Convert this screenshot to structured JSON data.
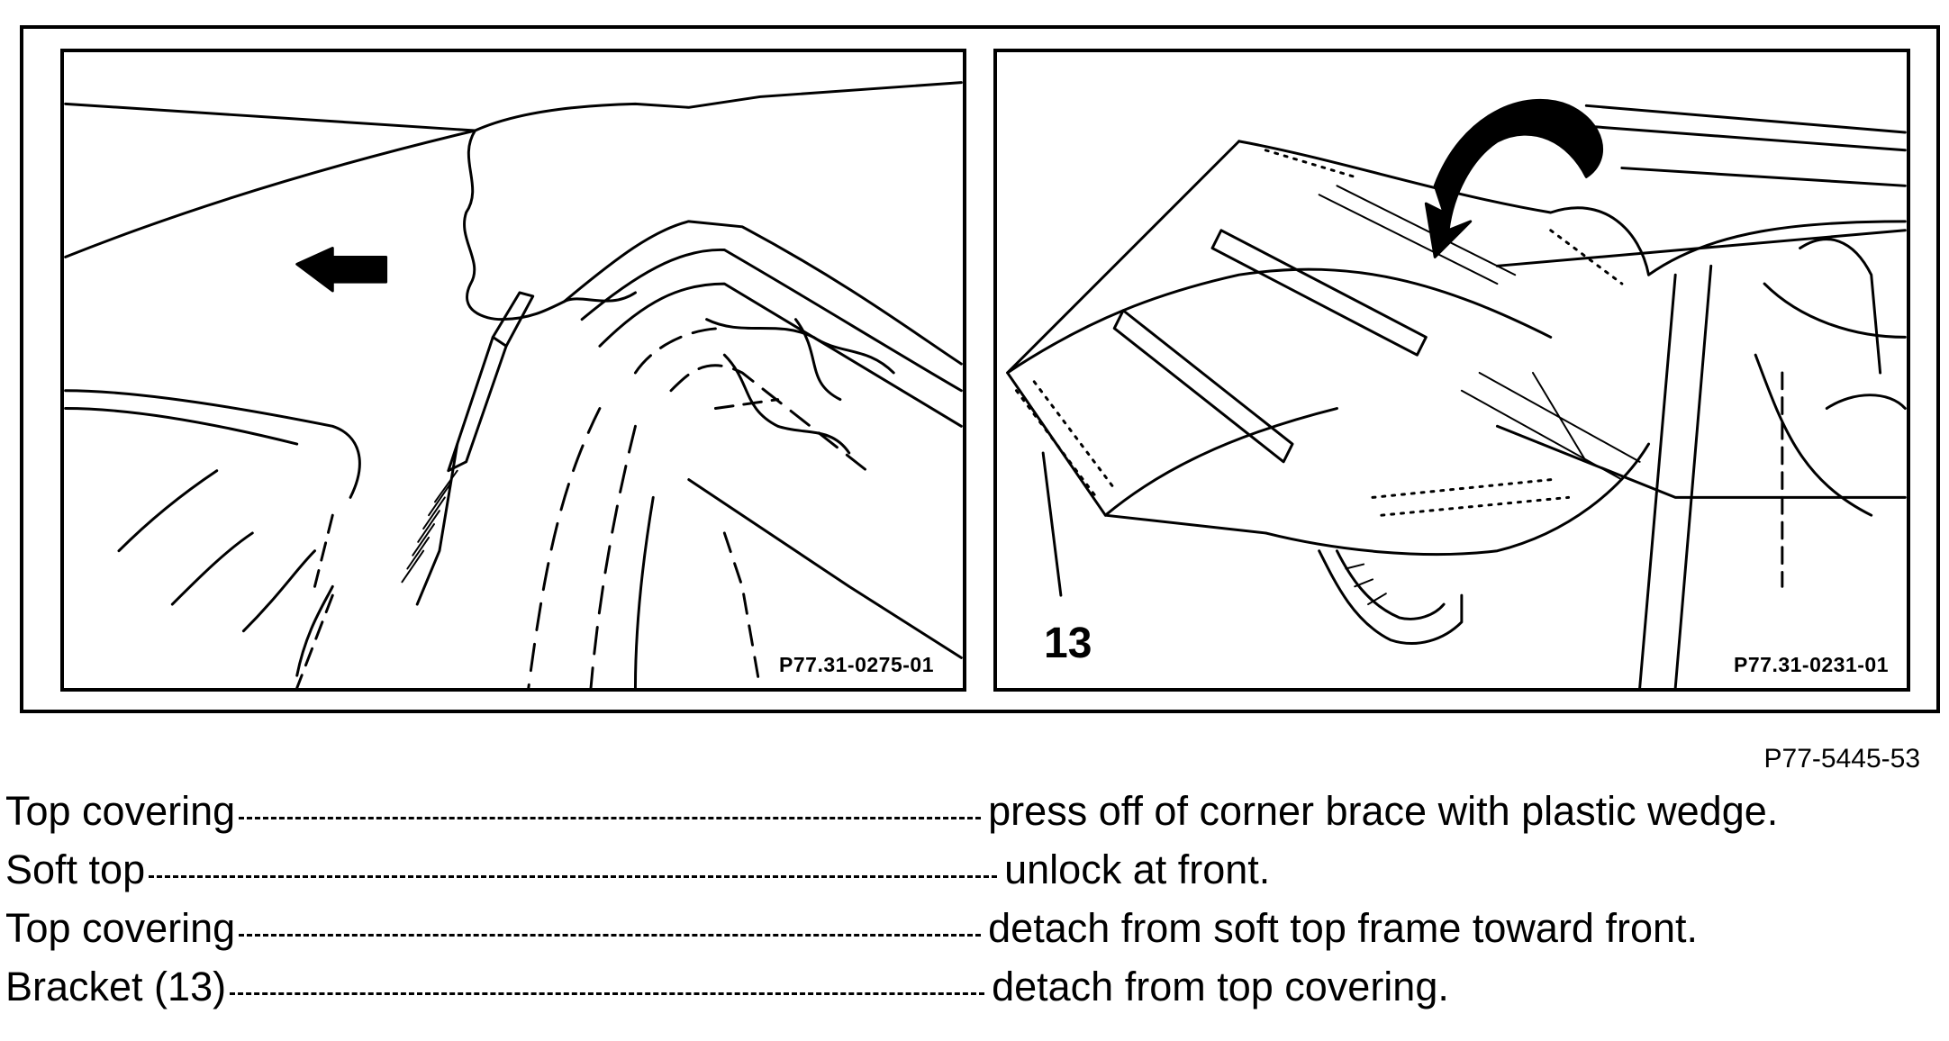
{
  "figure": {
    "left_panel_code": "P77.31-0275-01",
    "right_panel_code": "P77.31-0231-01",
    "callout_label": "13",
    "figure_code": "P77-5445-53"
  },
  "steps": [
    {
      "subject": "Top covering",
      "action": "press off of corner brace with plastic wedge."
    },
    {
      "subject": "Soft top",
      "action": "unlock at front."
    },
    {
      "subject": "Top covering",
      "action": "detach from soft top frame toward front."
    },
    {
      "subject": "Bracket (13)",
      "action": "detach from top covering."
    }
  ]
}
